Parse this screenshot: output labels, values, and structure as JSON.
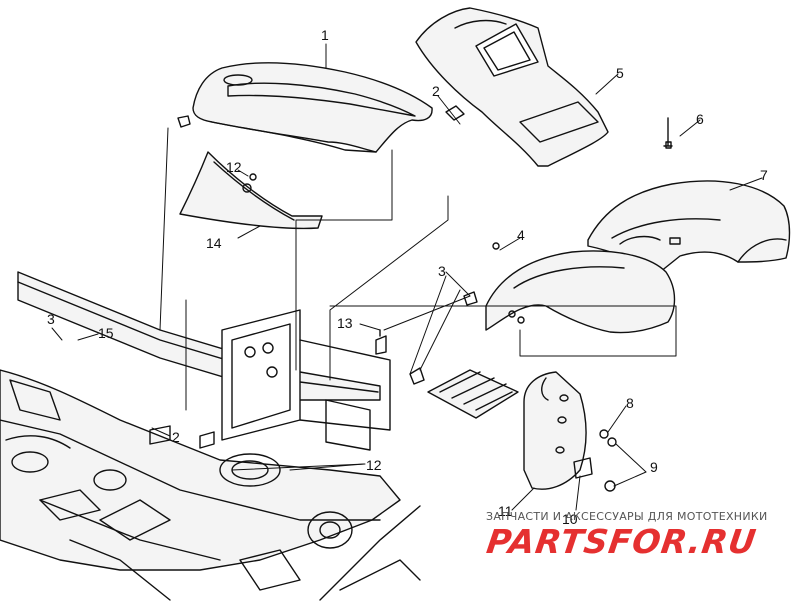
{
  "callouts": [
    {
      "id": "c1",
      "text": "1"
    },
    {
      "id": "c2a",
      "text": "2"
    },
    {
      "id": "c2b",
      "text": "2"
    },
    {
      "id": "c3a",
      "text": "3"
    },
    {
      "id": "c3b",
      "text": "3"
    },
    {
      "id": "c4",
      "text": "4"
    },
    {
      "id": "c5",
      "text": "5"
    },
    {
      "id": "c6",
      "text": "6"
    },
    {
      "id": "c7",
      "text": "7"
    },
    {
      "id": "c8",
      "text": "8"
    },
    {
      "id": "c9",
      "text": "9"
    },
    {
      "id": "c10",
      "text": "10"
    },
    {
      "id": "c11",
      "text": "11"
    },
    {
      "id": "c12a",
      "text": "12"
    },
    {
      "id": "c12b",
      "text": "12"
    },
    {
      "id": "c13",
      "text": "13"
    },
    {
      "id": "c14",
      "text": "14"
    },
    {
      "id": "c15",
      "text": "15"
    }
  ],
  "watermark": {
    "tagline": "ЗАПЧАСТИ И АКСЕССУАРЫ ДЛЯ МОТОТЕХНИКИ",
    "logo": "PARTSFOR.RU",
    "color": "#e53030"
  },
  "colors": {
    "line": "#111111",
    "background": "#ffffff",
    "part_fill": "#f4f4f4"
  }
}
